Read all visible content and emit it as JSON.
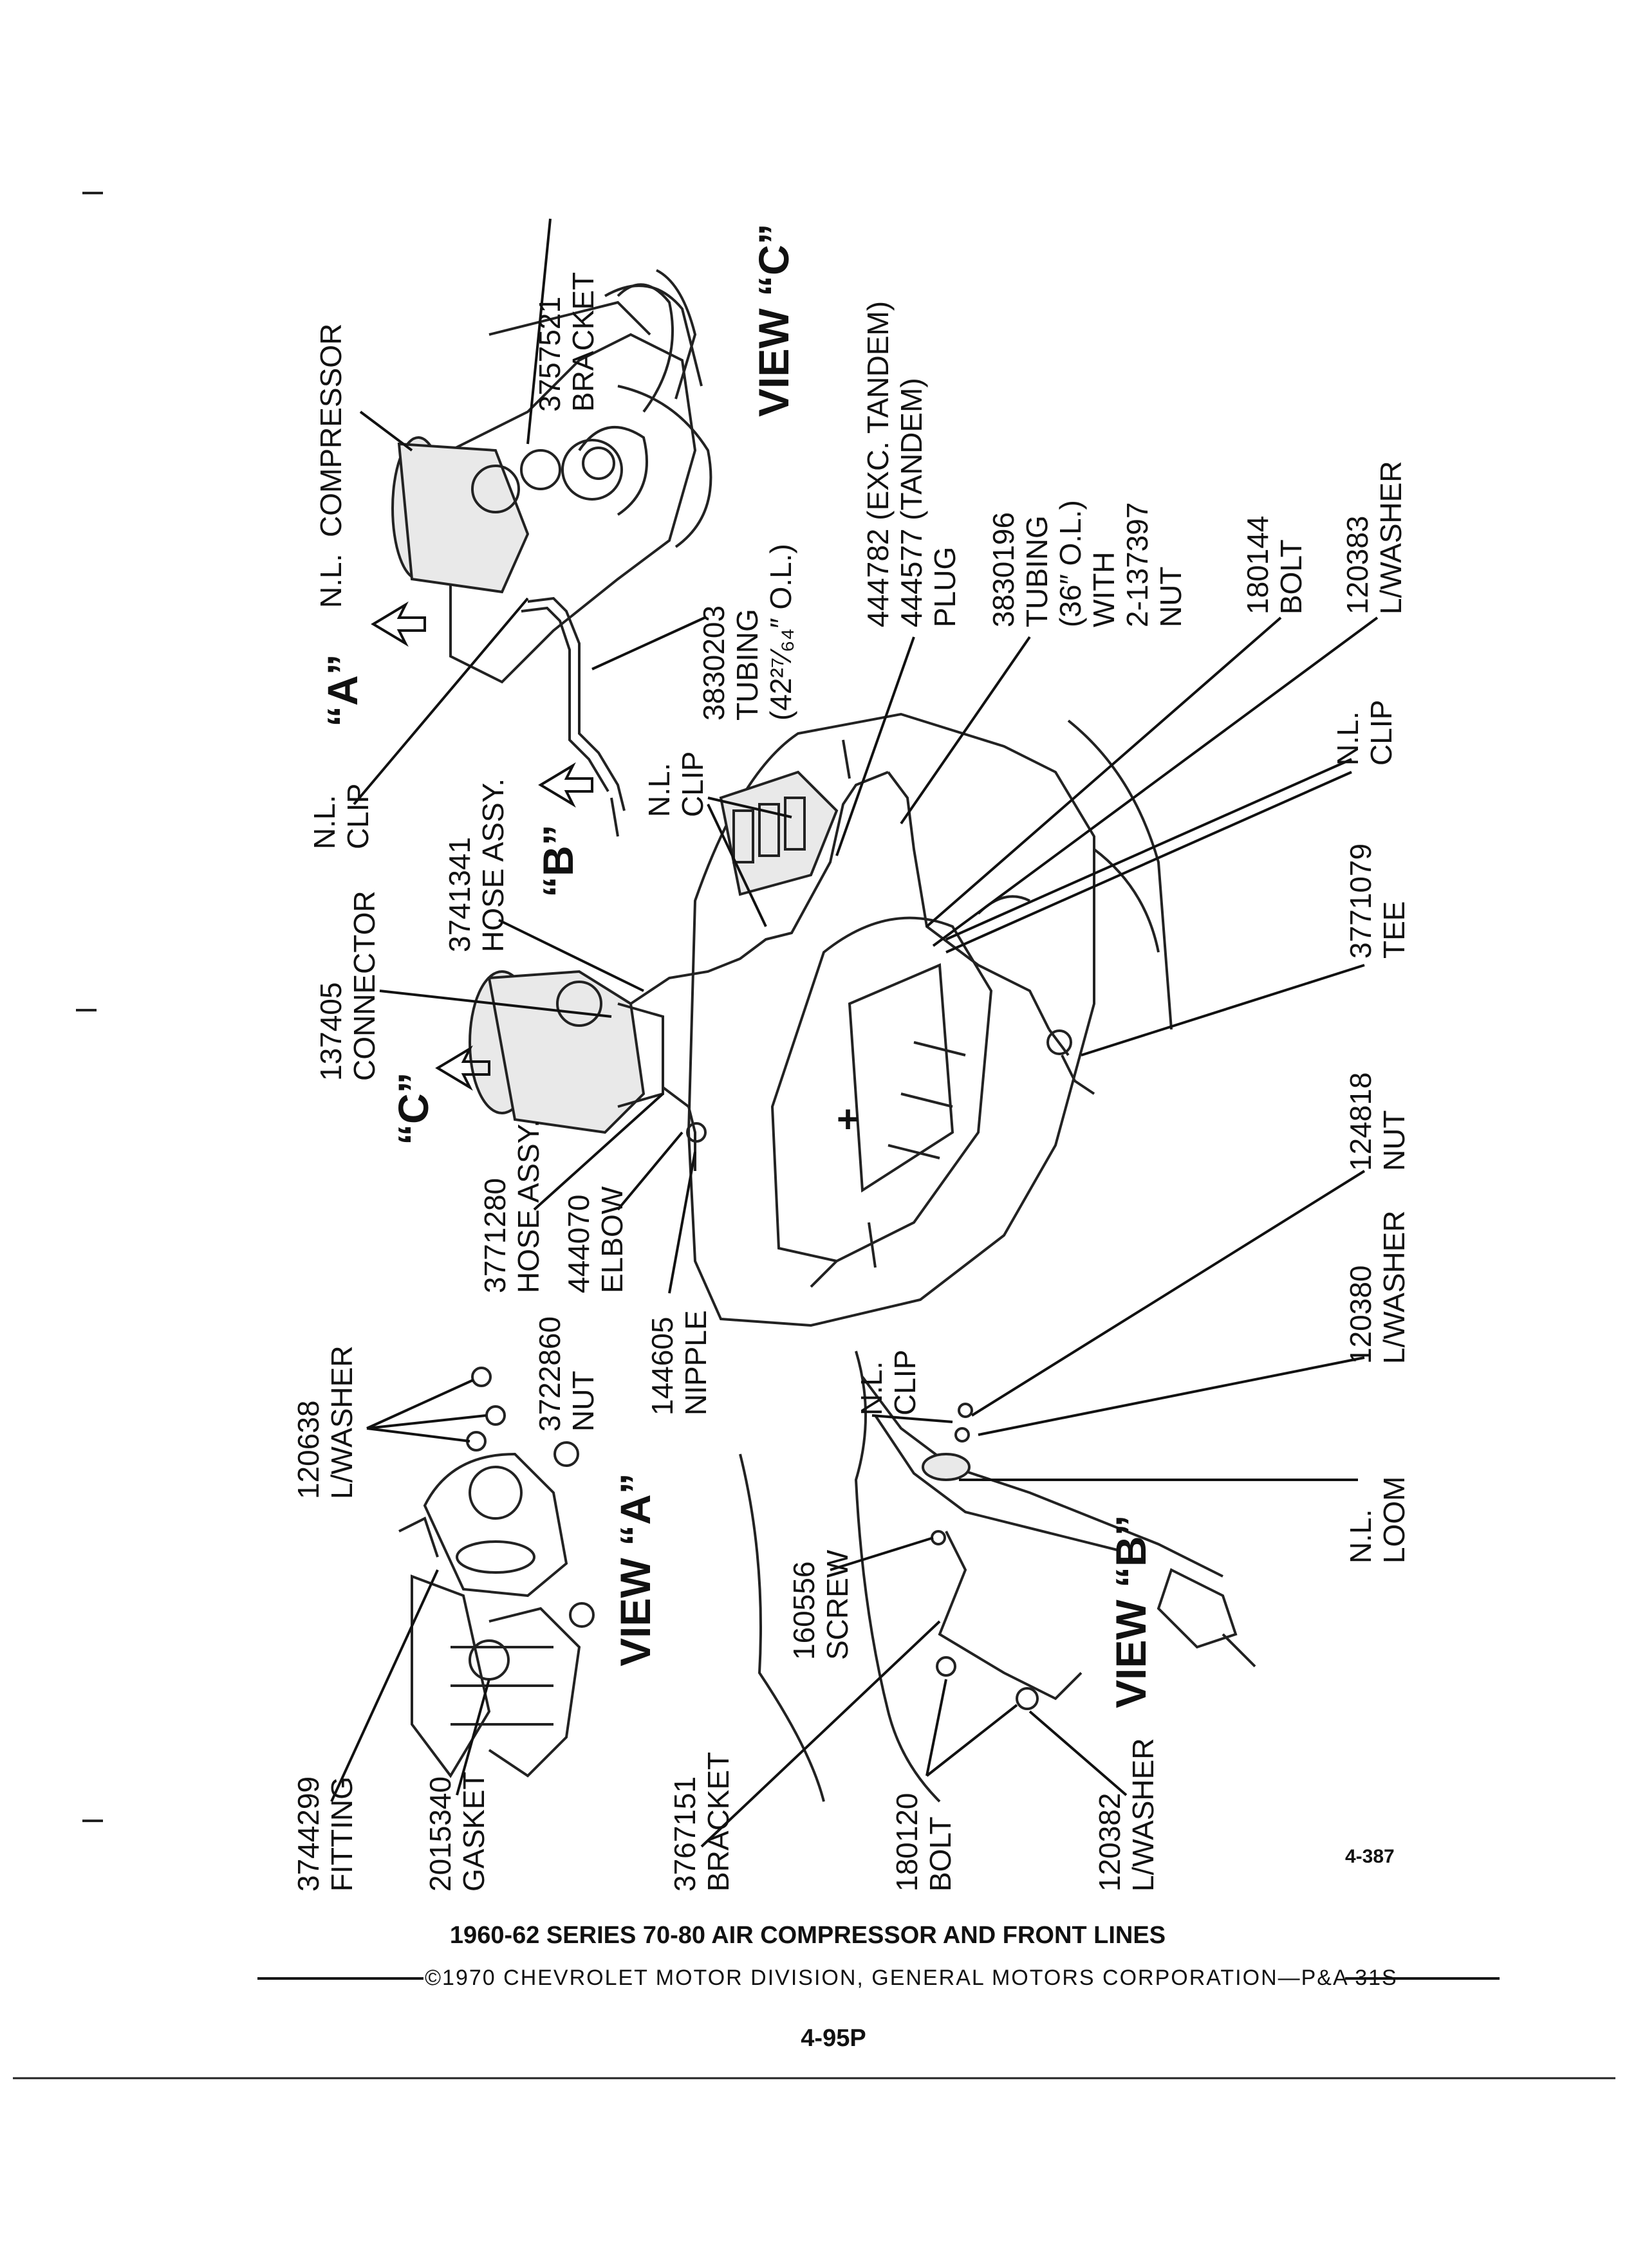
{
  "parts": {
    "p3757521": {
      "num": "3757521",
      "name": "BRACKET"
    },
    "nl_compressor": {
      "num": "N.L.",
      "name": "COMPRESSOR"
    },
    "view_c": "VIEW “C”",
    "view_a": "VIEW “A”",
    "view_b": "VIEW “B”",
    "marker_a": "“A”",
    "marker_b": "“B”",
    "marker_c": "“C”",
    "p3830203": {
      "num": "3830203",
      "name": "TUBING",
      "spec": "(42²⁷⁄₆₄″ O.L.)"
    },
    "p444782": {
      "line1": "444782 (EXC. TANDEM)",
      "line2": "444577 (TANDEM)",
      "line3": "PLUG"
    },
    "p3830196": {
      "num": "3830196",
      "name": "TUBING",
      "spec": "(36″ O.L.)",
      "with": "WITH",
      "nut_num": "2-137397",
      "nut": "NUT"
    },
    "p180144": {
      "num": "180144",
      "name": "BOLT"
    },
    "p120383": {
      "num": "120383",
      "name": "L/WASHER"
    },
    "nl_clip_1": {
      "num": "N.L.",
      "name": "CLIP"
    },
    "nl_clip_2": {
      "num": "N.L.",
      "name": "CLIP"
    },
    "nl_clip_3": {
      "num": "N.L.",
      "name": "CLIP"
    },
    "nl_clip_4": {
      "num": "N.L.",
      "name": "CLIP"
    },
    "p3741341": {
      "num": "3741341",
      "name": "HOSE ASSY."
    },
    "p137405": {
      "num": "137405",
      "name": "CONNECTOR"
    },
    "p3771079": {
      "num": "3771079",
      "name": "TEE"
    },
    "p3771280": {
      "num": "3771280",
      "name": "HOSE ASSY."
    },
    "p444070": {
      "num": "444070",
      "name": "ELBOW"
    },
    "p144605": {
      "num": "144605",
      "name": "NIPPLE"
    },
    "p124818": {
      "num": "124818",
      "name": "NUT"
    },
    "p120380": {
      "num": "120380",
      "name": "L/WASHER"
    },
    "p120638": {
      "num": "120638",
      "name": "L/WASHER"
    },
    "p3722860": {
      "num": "3722860",
      "name": "NUT"
    },
    "nl_loom": {
      "num": "N.L.",
      "name": "LOOM"
    },
    "p160556": {
      "num": "160556",
      "name": "SCREW"
    },
    "p3744299": {
      "num": "3744299",
      "name": "FITTING"
    },
    "p2015340": {
      "num": "2015340",
      "name": "GASKET"
    },
    "p3767151": {
      "num": "3767151",
      "name": "BRACKET"
    },
    "p180120": {
      "num": "180120",
      "name": "BOLT"
    },
    "p120382": {
      "num": "120382",
      "name": "L/WASHER"
    }
  },
  "figure_number": "4-387",
  "caption": "1960-62 SERIES 70-80 AIR COMPRESSOR AND FRONT LINES",
  "copyright": "©1970 CHEVROLET MOTOR DIVISION, GENERAL MOTORS CORPORATION—P&A 31S",
  "page_number": "4-95P"
}
